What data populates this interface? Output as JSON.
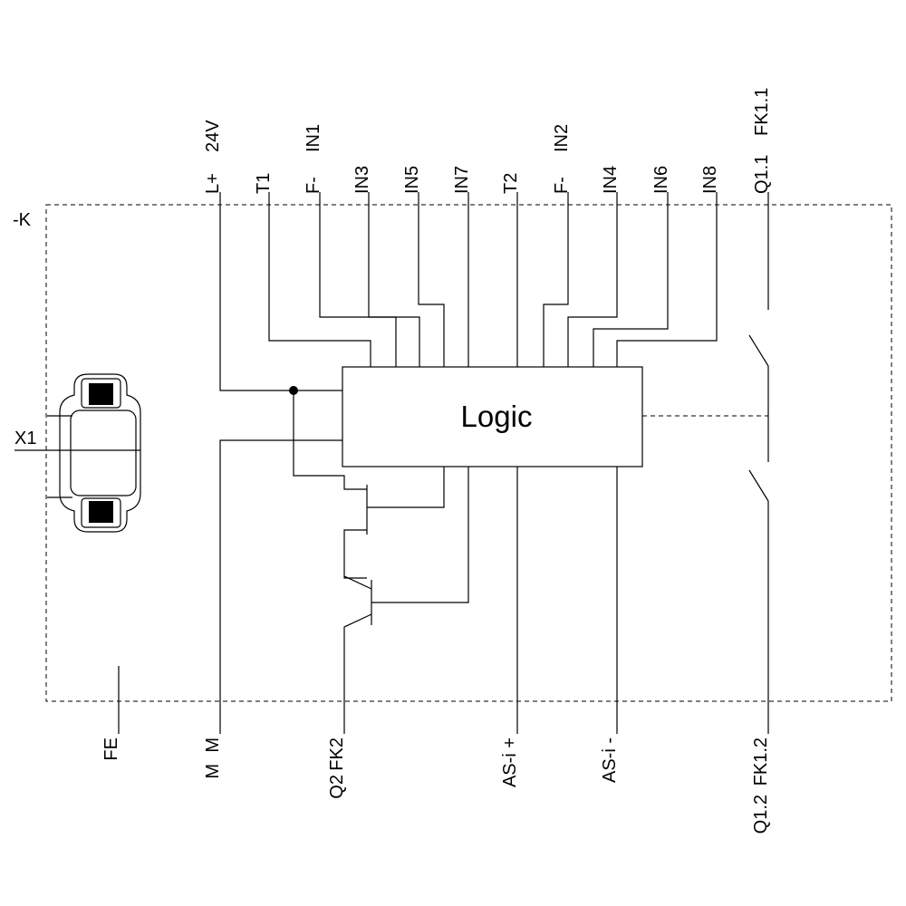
{
  "device_label": "-K",
  "connector_label": "X1",
  "logic_label": "Logic",
  "top_terminals": {
    "supply": [
      "L+",
      "24V"
    ],
    "t1": "T1",
    "in1": [
      "F-",
      "IN1"
    ],
    "in3": "IN3",
    "in5": "IN5",
    "in7": "IN7",
    "t2": "T2",
    "in2": [
      "F-",
      "IN2"
    ],
    "in4": "IN4",
    "in6": "IN6",
    "in8": "IN8",
    "relay_top": [
      "Q1.1",
      "FK1.1"
    ]
  },
  "bottom_terminals": {
    "fe": "FE",
    "ground": [
      "M",
      "M"
    ],
    "q2": [
      "Q2",
      "FK2"
    ],
    "asi_plus": "AS-i +",
    "asi_minus": "AS-i -",
    "relay_bottom": [
      "Q1.2",
      "FK1.2"
    ]
  }
}
